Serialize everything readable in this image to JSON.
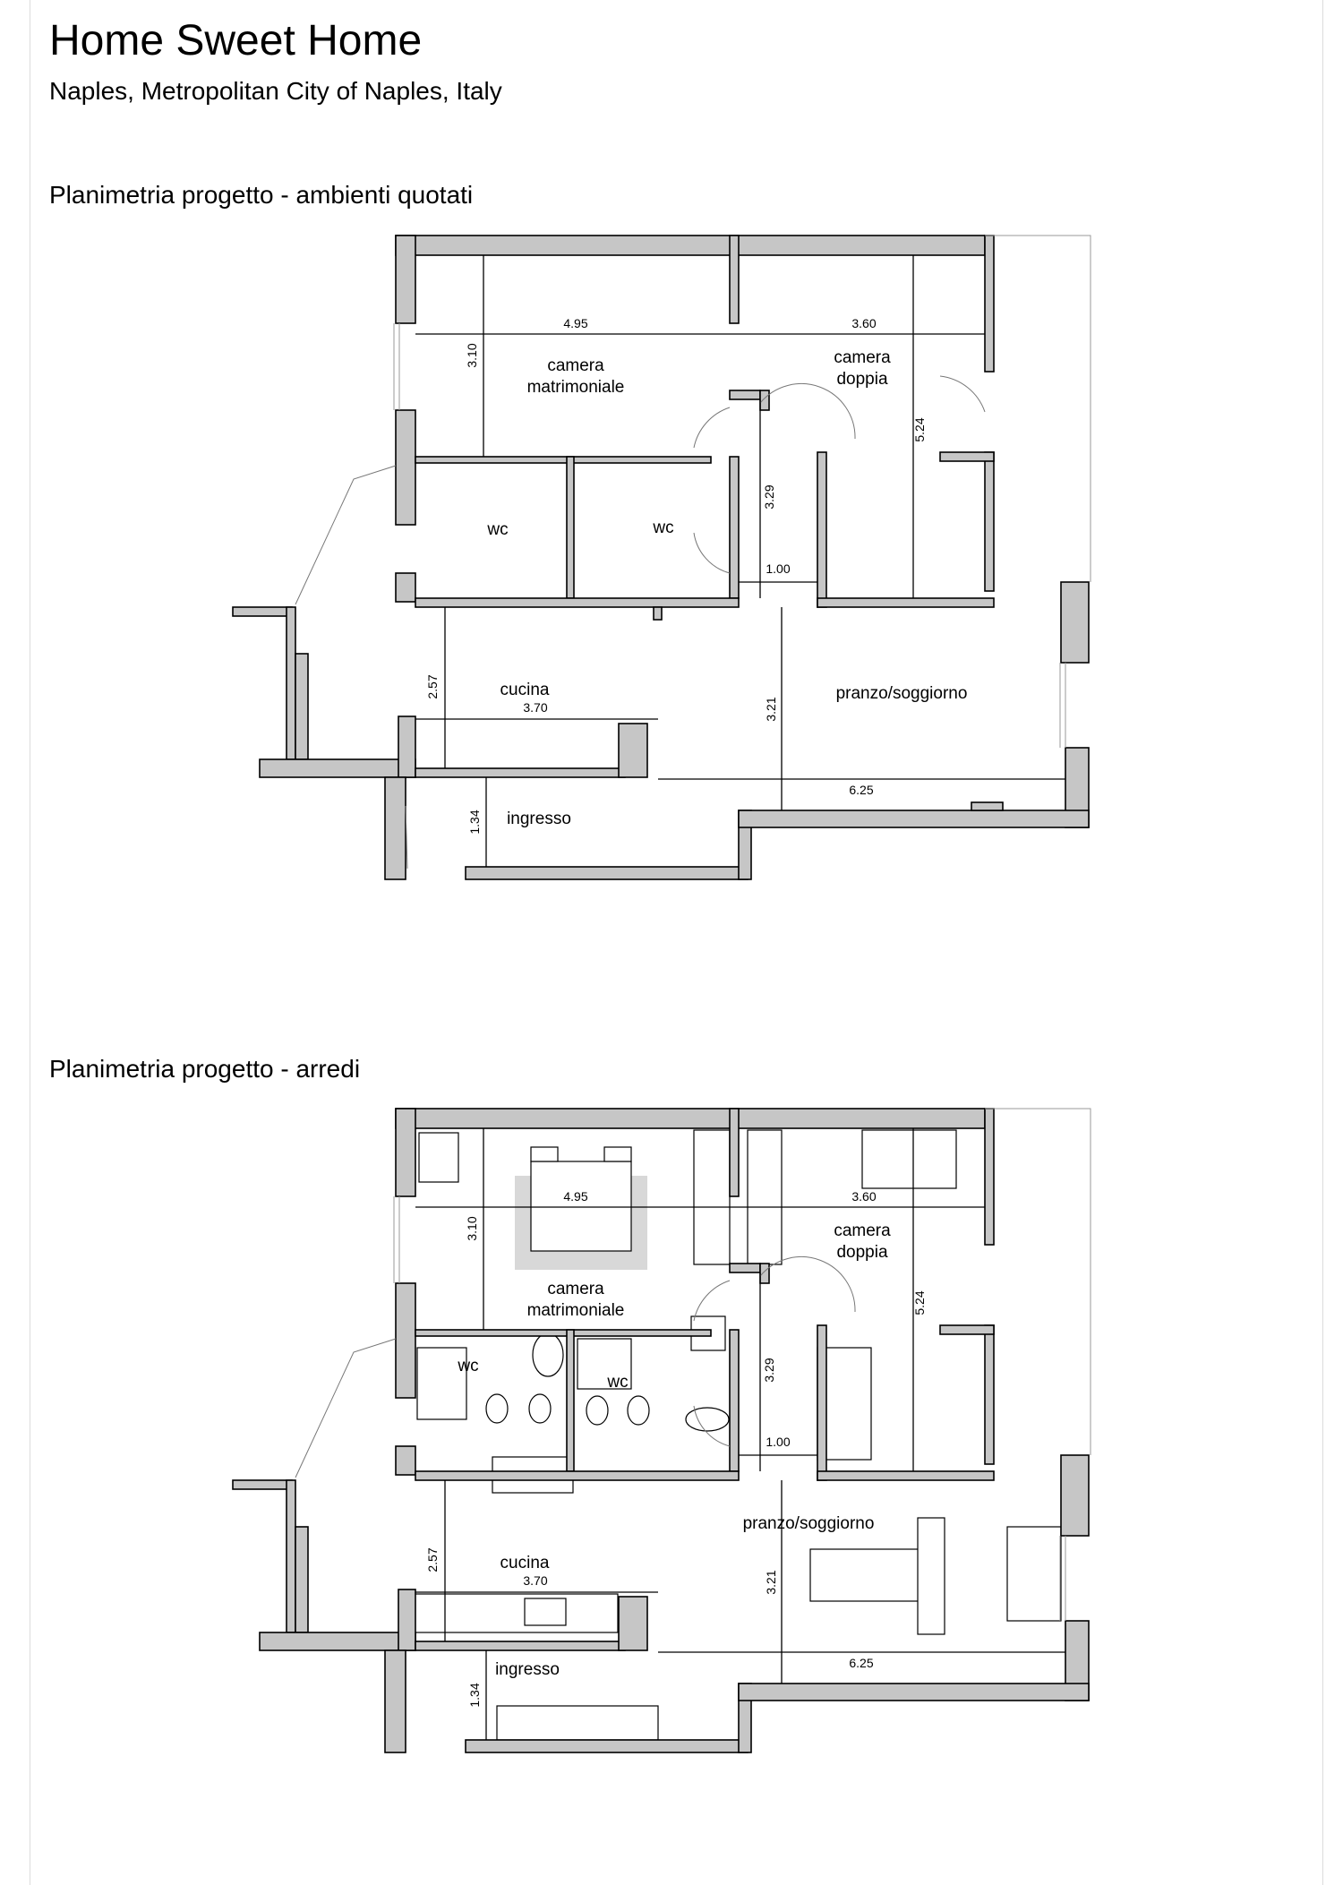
{
  "header": {
    "title": "Home Sweet Home",
    "location": "Naples, Metropolitan City of Naples, Italy"
  },
  "sections": {
    "dimensions": "Planimetria progetto - ambienti quotati",
    "furniture": "Planimetria progetto - arredi"
  },
  "rooms": {
    "camera_line1": "camera",
    "matrimoniale": "matrimoniale",
    "doppia": "doppia",
    "wc": "wc",
    "cucina": "cucina",
    "pranzo": "pranzo/soggiorno",
    "ingresso": "ingresso"
  },
  "dimensions": {
    "master_width": "4.95",
    "master_depth": "3.10",
    "double_width": "3.60",
    "double_depth": "5.24",
    "corridor_length": "3.29",
    "corridor_width": "1.00",
    "kitchen_depth": "2.57",
    "kitchen_width": "3.70",
    "living_depth": "3.21",
    "living_width": "6.25",
    "entrance_depth": "1.34"
  },
  "colors": {
    "wall_fill": "#c6c6c6",
    "line": "#000000",
    "rug": "#d8d8d8"
  }
}
